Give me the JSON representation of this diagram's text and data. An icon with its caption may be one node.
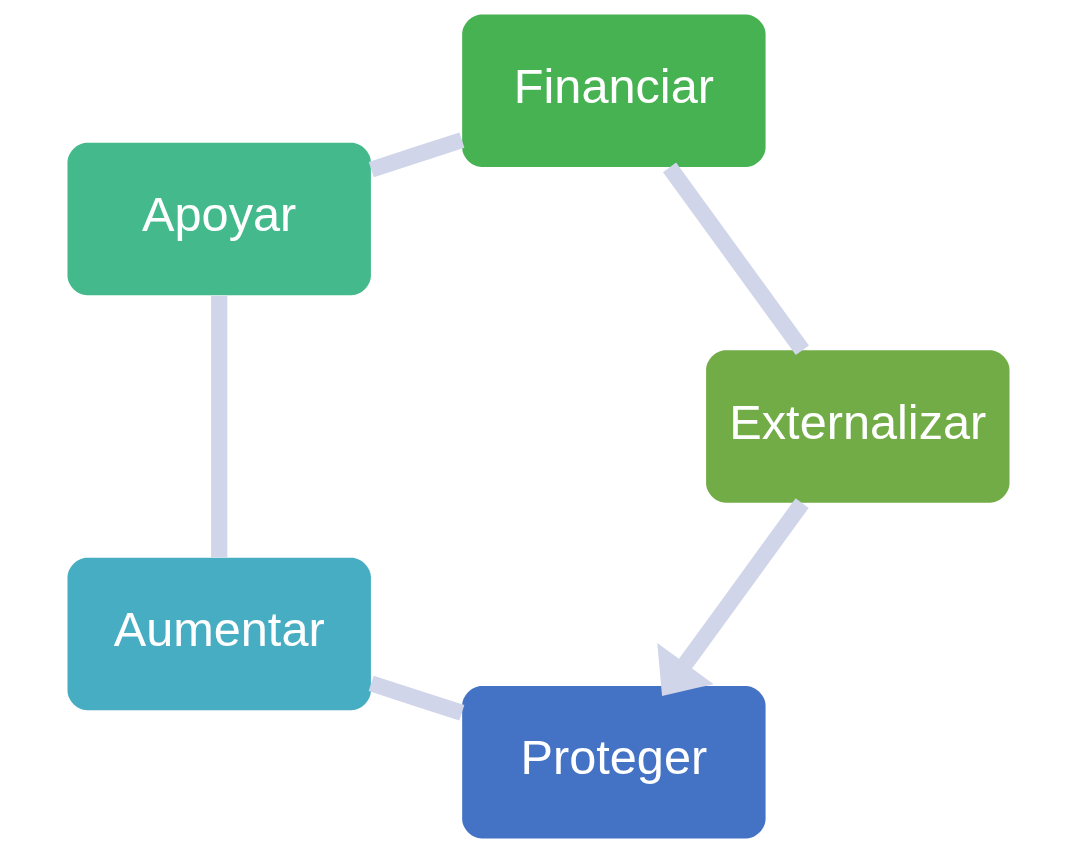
{
  "diagram": {
    "nodes": [
      {
        "text": [
          "Proteger"
        ]
      },
      {
        "text": [
          "Aumentar"
        ]
      },
      {
        "text": [
          "Apoyar"
        ]
      },
      {
        "text": [
          "Financiar"
        ]
      },
      {
        "text": [
          "Externalizar"
        ]
      }
    ],
    "edges": [
      {
        "from": 0,
        "to": 1,
        "arrow": "none"
      },
      {
        "from": 1,
        "to": 2,
        "arrow": "none"
      },
      {
        "from": 2,
        "to": 3,
        "arrow": "none"
      },
      {
        "from": 3,
        "to": 4,
        "arrow": "none"
      },
      {
        "from": 4,
        "to": 0,
        "arrow": "to"
      }
    ]
  }
}
